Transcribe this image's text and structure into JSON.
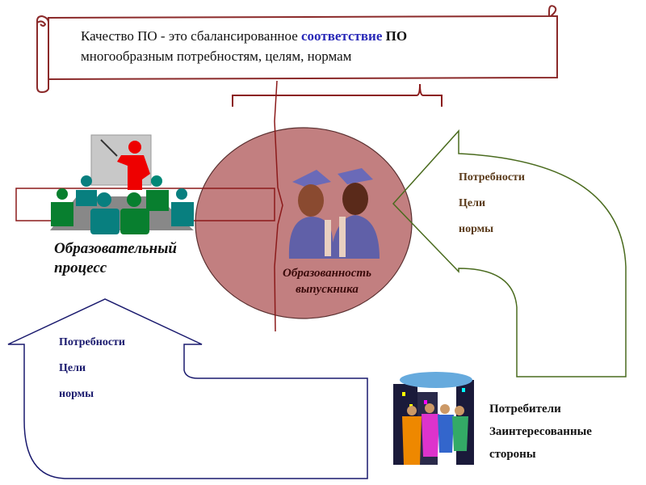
{
  "banner": {
    "line1_prefix": "Качество ПО - это сбалансированное",
    "line1_highlight": "соответствие",
    "line1_suffix": "ПО",
    "line2": "многообразным потребностям, целям, нормам"
  },
  "left_label": {
    "line1": "Образовательный",
    "line2": "процесс"
  },
  "center_label": {
    "line1": "Образованность",
    "line2": "выпускника"
  },
  "right_arrow_list": [
    "Потребности",
    "Цели",
    "нормы"
  ],
  "left_arrow_list": [
    "Потребности",
    "Цели",
    "нормы"
  ],
  "consumers": {
    "line1": "Потребители",
    "line2": "Заинтересованные",
    "line3": "стороны"
  },
  "colors": {
    "ellipse": "#c27f80",
    "red_outline": "#8b1a1a",
    "green_arrow": "#4a6b1e",
    "navy_arrow": "#1a1a6e",
    "highlight": "#2a2ab8"
  }
}
